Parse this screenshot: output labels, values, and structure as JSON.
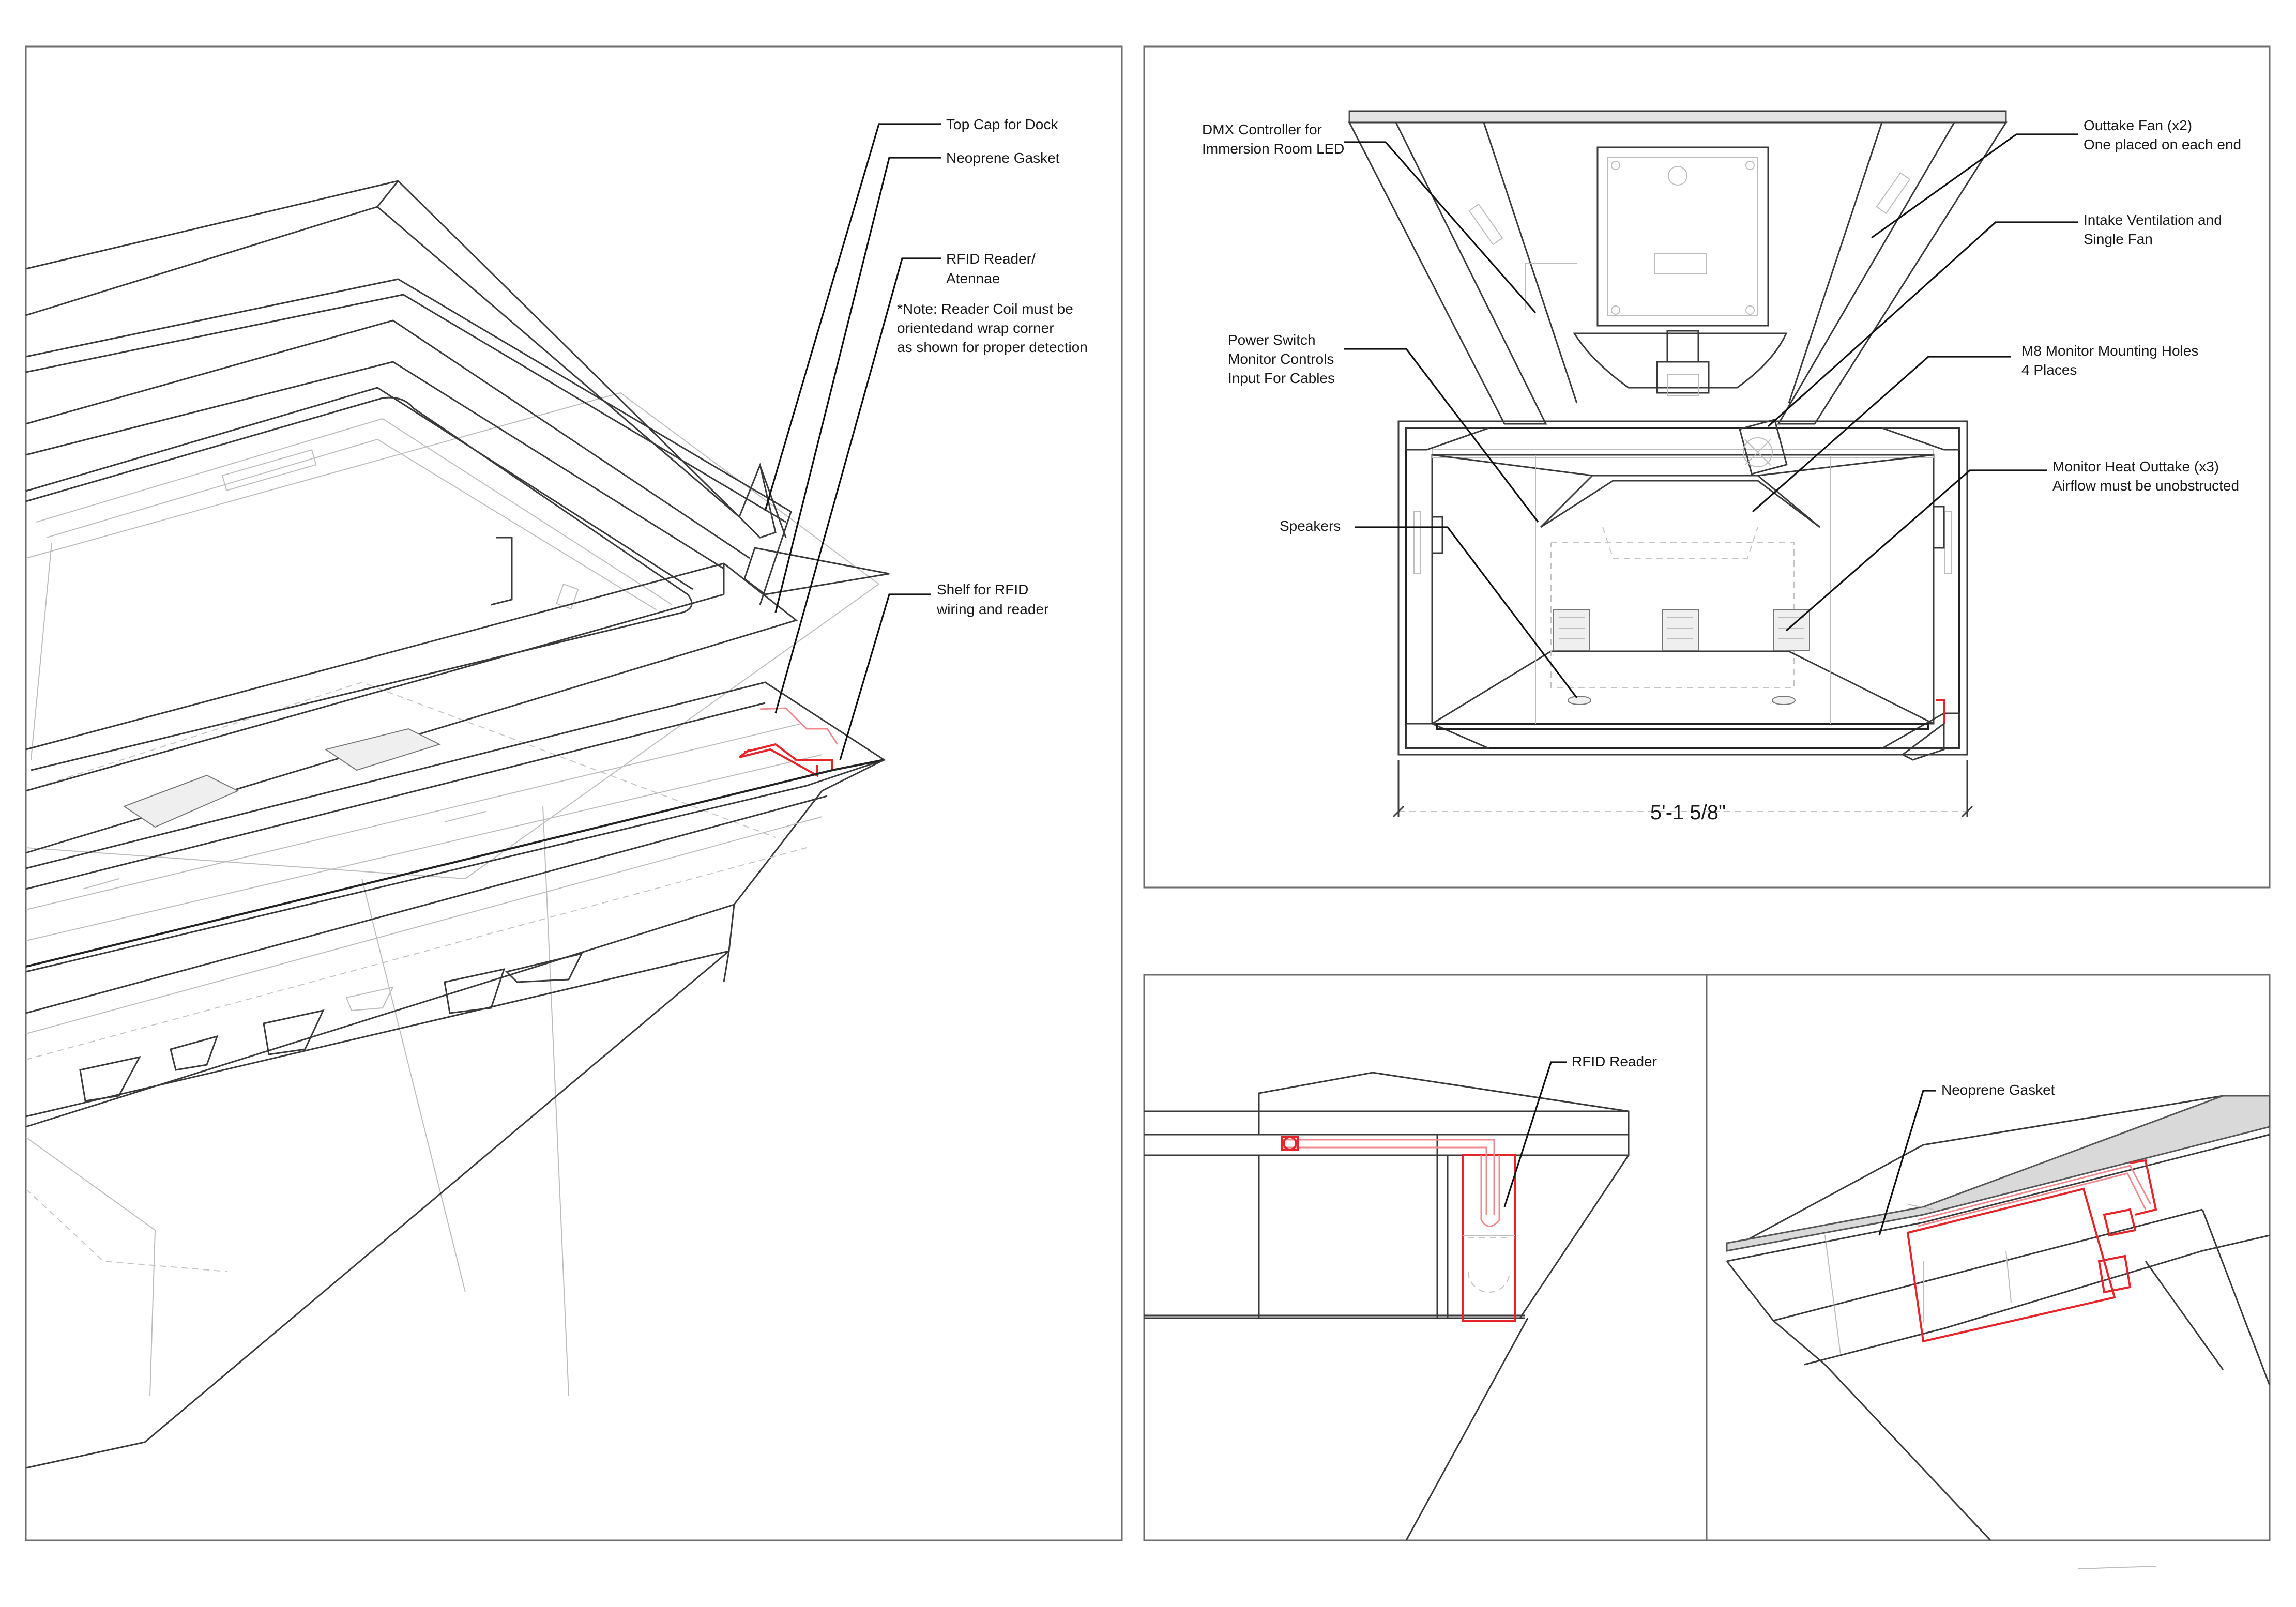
{
  "panels": {
    "left": {
      "callouts": [
        {
          "id": "top_cap",
          "lines": [
            "Top Cap for Dock"
          ]
        },
        {
          "id": "gasket",
          "lines": [
            "Neoprene Gasket"
          ]
        },
        {
          "id": "rfid",
          "lines": [
            "RFID Reader/",
            "Atennae"
          ]
        },
        {
          "id": "note",
          "lines": [
            "*Note: Reader Coil must be",
            "orientedand wrap corner",
            "as shown for proper detection"
          ]
        },
        {
          "id": "shelf",
          "lines": [
            "Shelf for RFID",
            "wiring and reader"
          ]
        }
      ]
    },
    "top_right": {
      "callouts": [
        {
          "id": "dmx",
          "lines": [
            "DMX Controller for",
            "Immersion Room LED"
          ]
        },
        {
          "id": "outtake_fan",
          "lines": [
            "Outtake Fan (x2)",
            "One placed on each end"
          ]
        },
        {
          "id": "intake",
          "lines": [
            "Intake Ventilation and",
            "Single Fan"
          ]
        },
        {
          "id": "power",
          "lines": [
            "Power Switch",
            "Monitor Controls",
            "Input For Cables"
          ]
        },
        {
          "id": "m8",
          "lines": [
            "M8 Monitor Mounting Holes",
            "4 Places"
          ]
        },
        {
          "id": "heat",
          "lines": [
            "Monitor Heat Outtake (x3)",
            "Airflow must be unobstructed"
          ]
        },
        {
          "id": "speakers",
          "lines": [
            "Speakers"
          ]
        }
      ],
      "dimension": "5'-1 5/8\""
    },
    "bottom_left": {
      "callouts": [
        {
          "id": "rfid_reader",
          "lines": [
            "RFID Reader"
          ]
        }
      ]
    },
    "bottom_right": {
      "callouts": [
        {
          "id": "gasket2",
          "lines": [
            "Neoprene Gasket"
          ]
        }
      ]
    }
  },
  "colors": {
    "frame": "#6d6d6d",
    "linework": "#3a3a3a",
    "highlight": "#e8242b",
    "leader": "#111111"
  }
}
